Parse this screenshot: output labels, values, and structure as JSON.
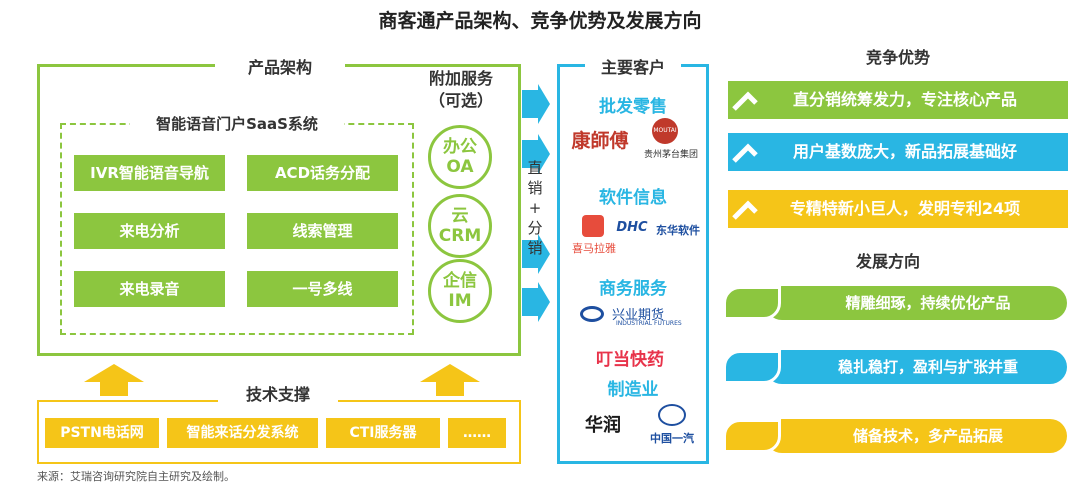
{
  "title": "商客通产品架构、竞争优势及发展方向",
  "architecture": {
    "label": "产品架构",
    "saas_label": "智能语音门户SaaS系统",
    "modules": [
      "IVR智能语音导航",
      "ACD话务分配",
      "来电分析",
      "线索管理",
      "来电录音",
      "一号多线"
    ],
    "addon_label_1": "附加服务",
    "addon_label_2": "（可选）",
    "addons": [
      {
        "line1": "办公",
        "line2": "OA"
      },
      {
        "line1": "云",
        "line2": "CRM"
      },
      {
        "line1": "企信",
        "line2": "IM"
      }
    ]
  },
  "tech": {
    "label": "技术支撑",
    "items": [
      "PSTN电话网",
      "智能来话分发系统",
      "CTI服务器",
      "……"
    ]
  },
  "channel": {
    "c1": "直",
    "c2": "销",
    "c3": "+",
    "c4": "分",
    "c5": "销"
  },
  "customers": {
    "label": "主要客户",
    "categories": [
      {
        "name": "批发零售",
        "logos": [
          "康師傅",
          "贵州茅台集团",
          "MOUTAI"
        ]
      },
      {
        "name": "软件信息",
        "logos": [
          "喜马拉雅",
          "DHC",
          "东华软件"
        ]
      },
      {
        "name": "商务服务",
        "logos": [
          "兴业期货",
          "INDUSTRIAL FUTURES",
          "叮当快药"
        ]
      },
      {
        "name": "制造业",
        "logos": [
          "华润",
          "中国一汽"
        ]
      }
    ]
  },
  "advantages": {
    "label": "竞争优势",
    "items": [
      {
        "text": "直分销统筹发力，专注核心产品",
        "color": "#8cc63f"
      },
      {
        "text": "用户基数庞大，新品拓展基础好",
        "color": "#29b6e3"
      },
      {
        "text": "专精特新小巨人，发明专利24项",
        "color": "#f5c518"
      }
    ]
  },
  "development": {
    "label": "发展方向",
    "items": [
      {
        "text": "精雕细琢，持续优化产品",
        "color": "#8cc63f"
      },
      {
        "text": "稳扎稳打，盈利与扩张并重",
        "color": "#29b6e3"
      },
      {
        "text": "储备技术，多产品拓展",
        "color": "#f5c518"
      }
    ]
  },
  "footer": "来源：艾瑞咨询研究院自主研究及绘制。"
}
